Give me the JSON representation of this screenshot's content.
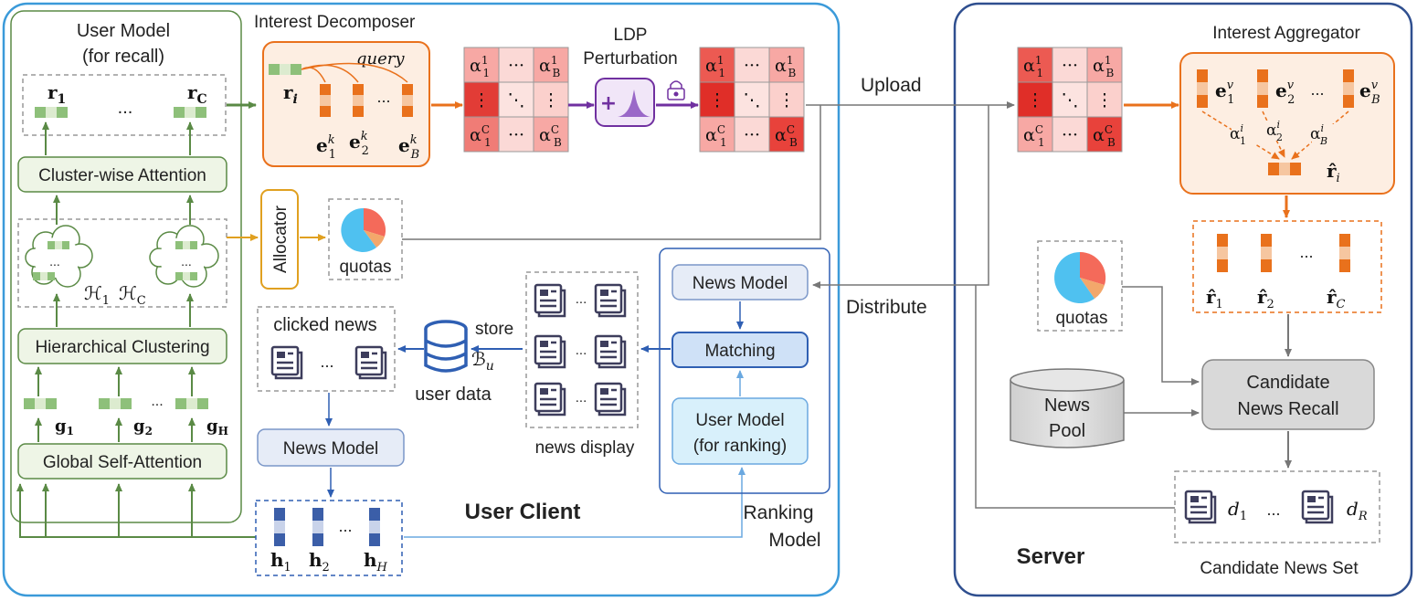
{
  "user_model_recall": {
    "title_line1": "User Model",
    "title_line2": "(for recall)",
    "r1": "r",
    "r1_sub": "1",
    "rc": "r",
    "rc_sub": "C",
    "dots": "...",
    "cluster_attention": "Cluster-wise Attention",
    "h1": "ℋ",
    "h1_sub": "1",
    "hc": "ℋ",
    "hc_sub": "C",
    "hier_clustering": "Hierarchical Clustering",
    "g1": "g",
    "g1_sub": "1",
    "g2": "g",
    "g2_sub": "2",
    "gh": "g",
    "gh_sub": "H",
    "global_attention": "Global Self-Attention"
  },
  "interest_decomposer": {
    "title": "Interest Decomposer",
    "query": "query",
    "ri": "r",
    "ri_sub": "i",
    "e1": "e",
    "e1_sub": "1",
    "e1_sup": "k",
    "e2": "e",
    "e2_sub": "2",
    "e2_sup": "k",
    "eb": "e",
    "eb_sub": "B",
    "eb_sup": "k",
    "dots": "..."
  },
  "ldp": {
    "line1": "LDP",
    "line2": "Perturbation",
    "plus": "+"
  },
  "matrix": {
    "a11": "α",
    "a11_sub": "1",
    "a11_sup": "1",
    "a1b": "α",
    "a1b_sub": "B",
    "a1b_sup": "1",
    "ac1": "α",
    "ac1_sub": "1",
    "ac1_sup": "C",
    "acb": "α",
    "acb_sub": "B",
    "acb_sup": "C",
    "hdots": "···",
    "vdots": "⋮",
    "ddots": "⋱"
  },
  "client": {
    "allocator": "Allocator",
    "quotas": "quotas",
    "clicked_news": "clicked news",
    "dots": "...",
    "store": "store",
    "bu": "ℬ",
    "bu_sub": "u",
    "user_data": "user data",
    "news_model": "News Model",
    "news_display": "news display",
    "h1": "h",
    "h1_sub": "1",
    "h2": "h",
    "h2_sub": "2",
    "hh": "h",
    "hh_sub": "H",
    "user_client": "User Client"
  },
  "ranking": {
    "news_model": "News Model",
    "matching": "Matching",
    "user_model_line1": "User Model",
    "user_model_line2": "(for ranking)",
    "ranking_line1": "Ranking",
    "ranking_line2": "Model"
  },
  "links": {
    "upload": "Upload",
    "distribute": "Distribute"
  },
  "server": {
    "title": "Server",
    "aggregator_title": "Interest Aggregator",
    "ev1": "e",
    "ev1_sub": "1",
    "ev1_sup": "v",
    "ev2": "e",
    "ev2_sub": "2",
    "ev2_sup": "v",
    "evb": "e",
    "evb_sub": "B",
    "evb_sup": "v",
    "w1": "α",
    "w1_sub": "1",
    "w1_sup": "i",
    "w2": "α",
    "w2_sub": "2",
    "w2_sup": "i",
    "wb": "α",
    "wb_sub": "B",
    "wb_sup": "i",
    "rhat_i": "r̂",
    "rhat_i_sub": "i",
    "rhat_1": "r̂",
    "rhat_1_sub": "1",
    "rhat_2": "r̂",
    "rhat_2_sub": "2",
    "rhat_c": "r̂",
    "rhat_c_sub": "C",
    "dots": "...",
    "quotas": "quotas",
    "news_pool_line1": "News",
    "news_pool_line2": "Pool",
    "recall_line1": "Candidate",
    "recall_line2": "News Recall",
    "d1": "d",
    "d1_sub": "1",
    "dr": "d",
    "dr_sub": "R",
    "candidate_set": "Candidate News Set"
  },
  "colors": {
    "client_border": "#3b9ad9",
    "server_border": "#2f4f8f",
    "orange": "#e9711c",
    "green": "#5a8a45",
    "green_fill": "#eef5e6",
    "blue_arrow": "#2f5fb3",
    "purple": "#7030a0",
    "gray": "#777777"
  }
}
